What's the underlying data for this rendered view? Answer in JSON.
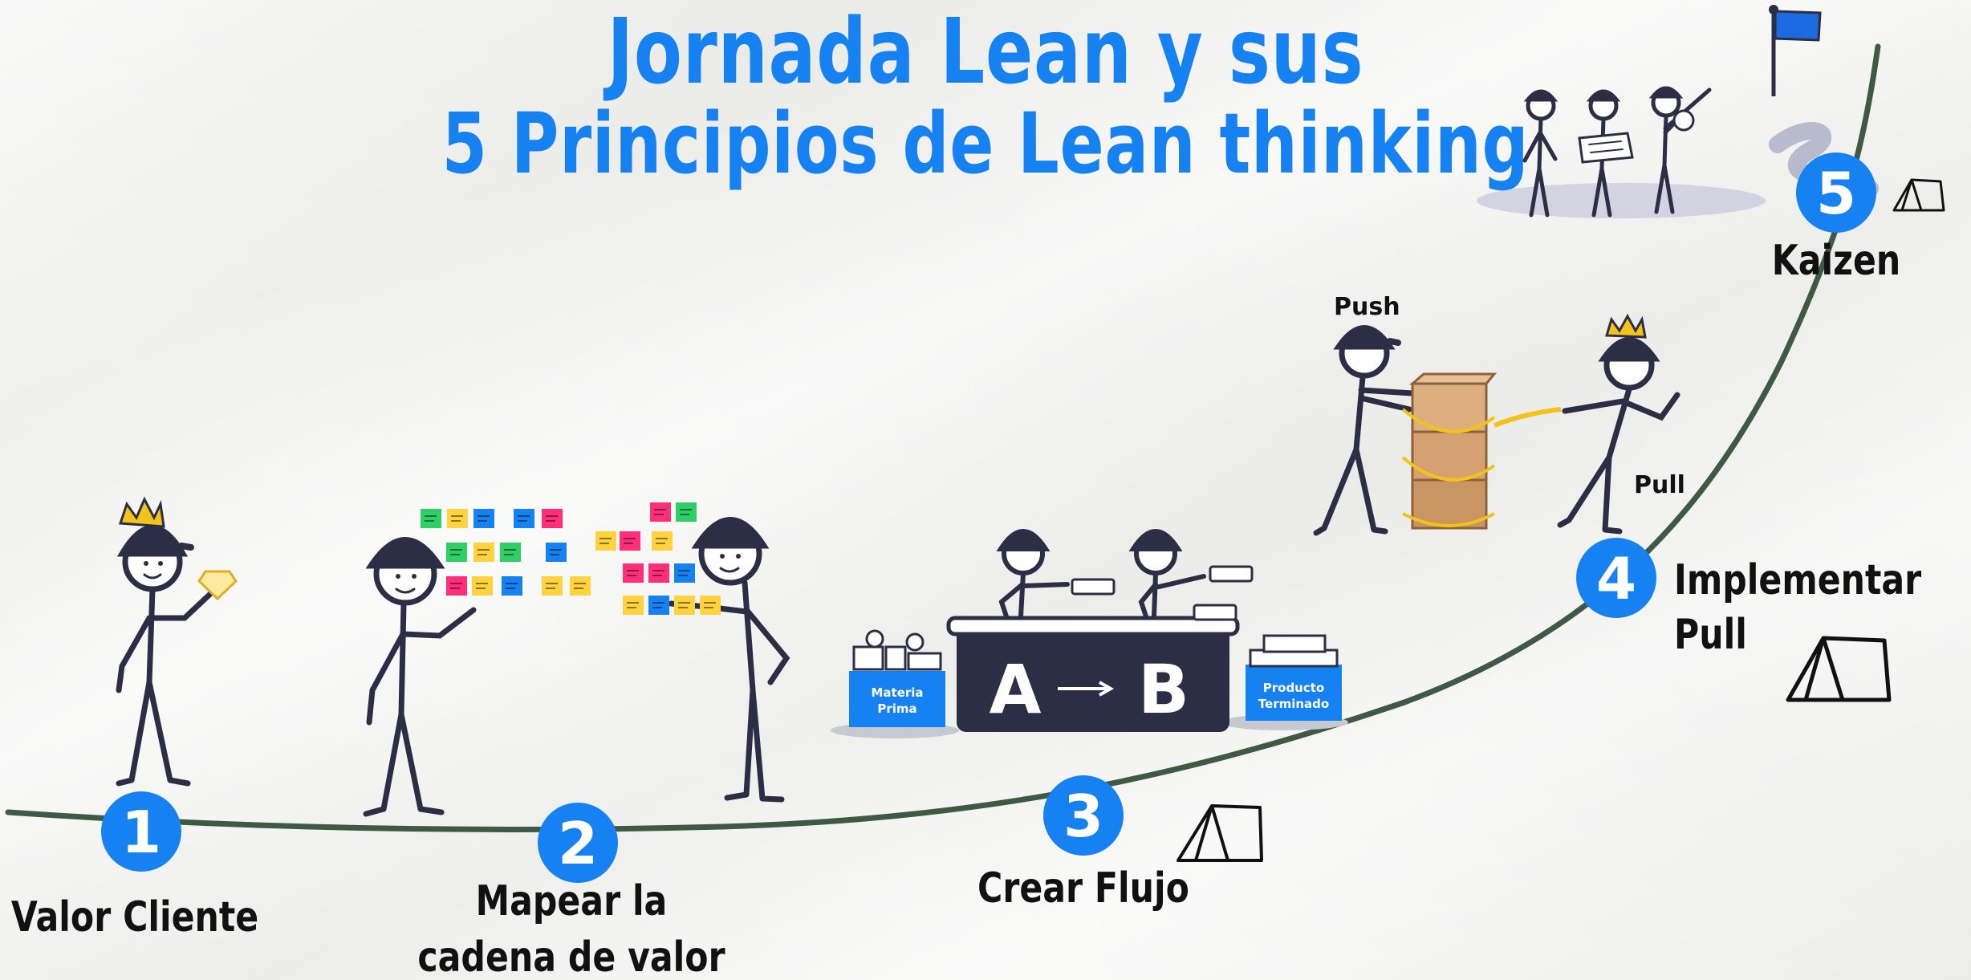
{
  "title": {
    "line1": "Jornada Lean y sus",
    "line2": "5 Principios de Lean thinking"
  },
  "steps": [
    {
      "number": "1",
      "label": "Valor Cliente"
    },
    {
      "number": "2",
      "label_line1": "Mapear la",
      "label_line2": "cadena de valor"
    },
    {
      "number": "3",
      "label": "Crear Flujo"
    },
    {
      "number": "4",
      "label_line1": "Implementar",
      "label_line2": "Pull"
    },
    {
      "number": "5",
      "label": "Kaizen"
    }
  ],
  "scene_text": {
    "push": "Push",
    "pull": "Pull",
    "materia_line1": "Materia",
    "materia_line2": "Prima",
    "producto_line1": "Producto",
    "producto_line2": "Terminado",
    "station_a": "A",
    "station_b": "B"
  },
  "colors": {
    "accent_blue": "#1681f0",
    "path_green": "#3f5a44",
    "figure_navy": "#2b2e44",
    "crown_gold": "#f2c31b"
  },
  "icons": [
    "crown-icon",
    "diamond-icon",
    "tent-icon",
    "flag-icon",
    "sticky-note-icon",
    "box-icon",
    "cash-icon",
    "compass-icon",
    "map-icon"
  ]
}
